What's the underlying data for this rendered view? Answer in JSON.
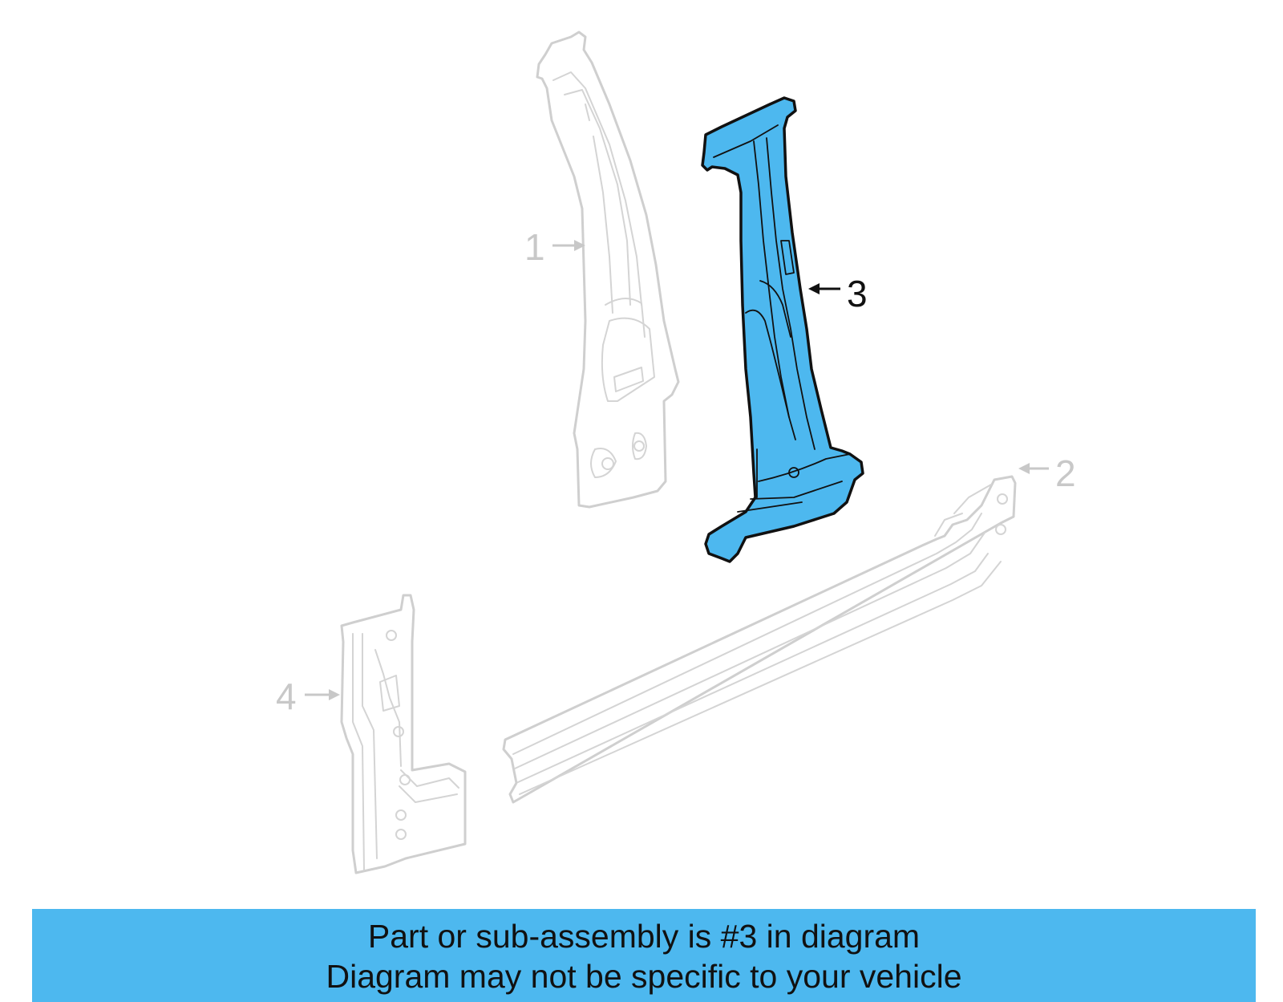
{
  "callouts": [
    {
      "id": "1",
      "label": "1",
      "highlighted": false
    },
    {
      "id": "2",
      "label": "2",
      "highlighted": false
    },
    {
      "id": "3",
      "label": "3",
      "highlighted": true
    },
    {
      "id": "4",
      "label": "4",
      "highlighted": false
    }
  ],
  "banner": {
    "line1": "Part or sub-assembly is #3 in diagram",
    "line2": "Diagram may not be specific to your vehicle",
    "background_color": "#4db8ef"
  },
  "colors": {
    "highlight_fill": "#4db8ef",
    "highlight_outline": "#111111",
    "ghost_outline": "#cfcfcf"
  }
}
